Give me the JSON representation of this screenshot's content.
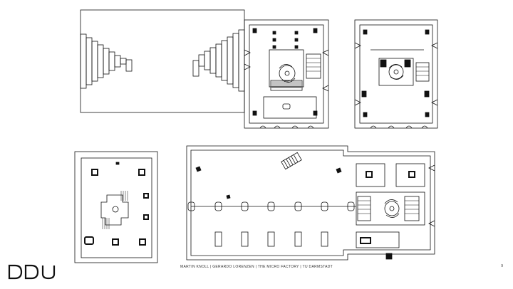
{
  "footer": {
    "caption": "MARTIN KNOLL | GERARDO LORENZEN | THE MICRO FACTORY | TU DARMSTADT",
    "page_number": "9"
  },
  "logo": {
    "text": "DDU"
  },
  "icons": {
    "logo": "ddu-logo"
  }
}
